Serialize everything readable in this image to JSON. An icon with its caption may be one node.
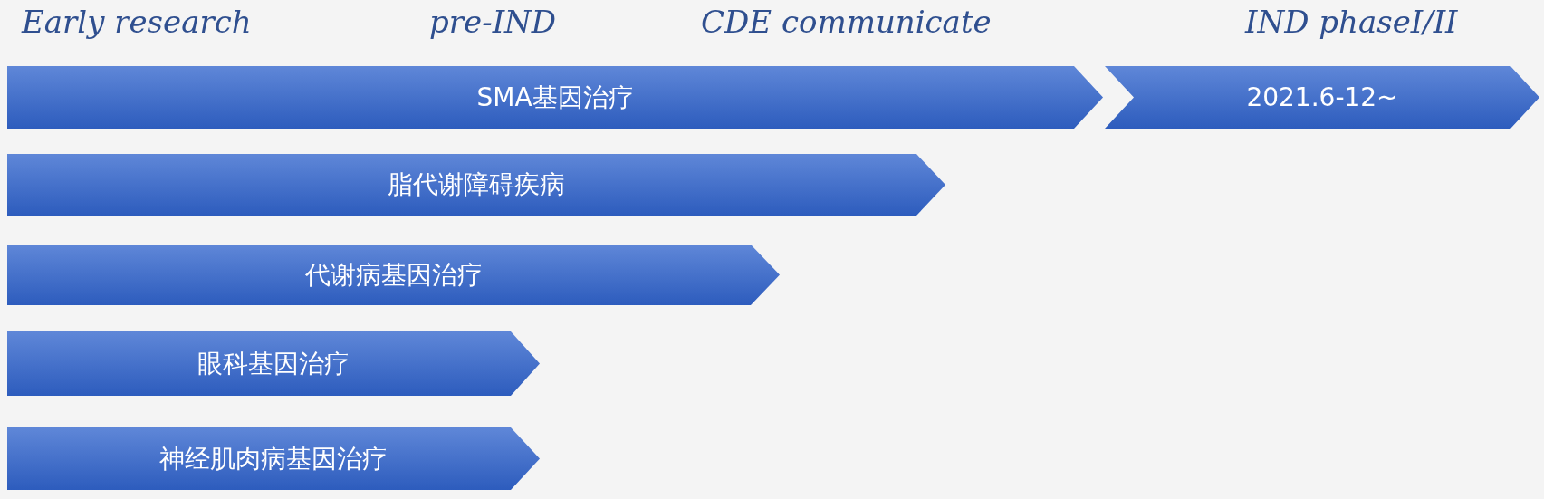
{
  "diagram": {
    "nodes": [
      {
        "text": [
          "SMA基因治疗"
        ]
      },
      {
        "text": [
          "2021.6-12~"
        ]
      },
      {
        "text": [
          "脂代谢障碍疾病"
        ]
      },
      {
        "text": [
          "代谢病基因治疗"
        ]
      },
      {
        "text": [
          "眼科基因治疗"
        ]
      },
      {
        "text": [
          "神经肌肉病基因治疗"
        ]
      }
    ],
    "edges": [],
    "labels": [
      "Early research",
      "pre-IND",
      "CDE communicate",
      "IND phaseI/II"
    ]
  }
}
